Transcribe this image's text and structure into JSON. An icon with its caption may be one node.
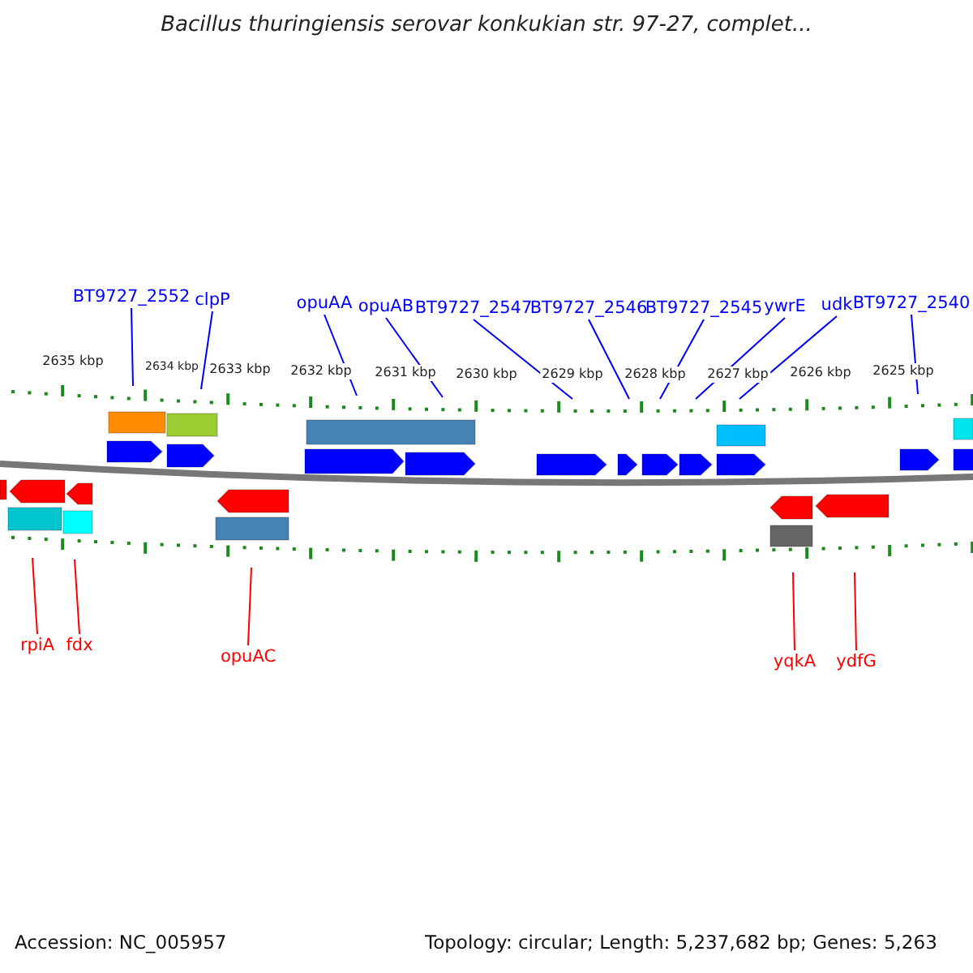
{
  "diagram": {
    "title": "Bacillus thuringiensis serovar konkukian str. 97-27, complet...",
    "nodes": [
      {
        "text": [
          "BT9727_2552"
        ]
      },
      {
        "text": [
          "clpP"
        ]
      },
      {
        "text": [
          "opuAA"
        ]
      },
      {
        "text": [
          "opuAB"
        ]
      },
      {
        "text": [
          "BT9727_2547"
        ]
      },
      {
        "text": [
          "BT9727_2546"
        ]
      },
      {
        "text": [
          "BT9727_2545"
        ]
      },
      {
        "text": [
          "ywrE"
        ]
      },
      {
        "text": [
          "udk"
        ]
      },
      {
        "text": [
          "BT9727_2540"
        ]
      },
      {
        "text": [
          "rpiA"
        ]
      },
      {
        "text": [
          "fdx"
        ]
      },
      {
        "text": [
          "opuAC"
        ]
      },
      {
        "text": [
          "yqkA"
        ]
      },
      {
        "text": [
          "ydfG"
        ]
      }
    ],
    "edges": [
      {
        "from": 0,
        "to": null,
        "arrow": "none"
      },
      {
        "from": 1,
        "to": null,
        "arrow": "none"
      },
      {
        "from": 2,
        "to": null,
        "arrow": "none"
      },
      {
        "from": 3,
        "to": null,
        "arrow": "none"
      },
      {
        "from": 4,
        "to": null,
        "arrow": "none"
      },
      {
        "from": 5,
        "to": null,
        "arrow": "none"
      },
      {
        "from": 6,
        "to": null,
        "arrow": "none"
      },
      {
        "from": 7,
        "to": null,
        "arrow": "none"
      },
      {
        "from": 8,
        "to": null,
        "arrow": "none"
      },
      {
        "from": 9,
        "to": null,
        "arrow": "none"
      },
      {
        "from": 10,
        "to": null,
        "arrow": "none",
        "color": "#ff0000"
      },
      {
        "from": 11,
        "to": null,
        "arrow": "none",
        "color": "#ff0000"
      },
      {
        "from": 12,
        "to": null,
        "arrow": "none",
        "color": "#ff0000"
      },
      {
        "from": 13,
        "to": null,
        "arrow": "none",
        "color": "#ff0000"
      },
      {
        "from": 14,
        "to": null,
        "arrow": "none",
        "color": "#ff0000"
      }
    ],
    "labels": [
      "2635 kbp",
      "2634 kbp",
      "2633 kbp",
      "2632 kbp",
      "2631 kbp",
      "2630 kbp",
      "2629 kbp",
      "2628 kbp",
      "2627 kbp",
      "2626 kbp",
      "2625 kbp",
      "Accession: NC_005957",
      "Topology: circular; Length: 5,237,682 bp; Genes: 5,263"
    ]
  }
}
